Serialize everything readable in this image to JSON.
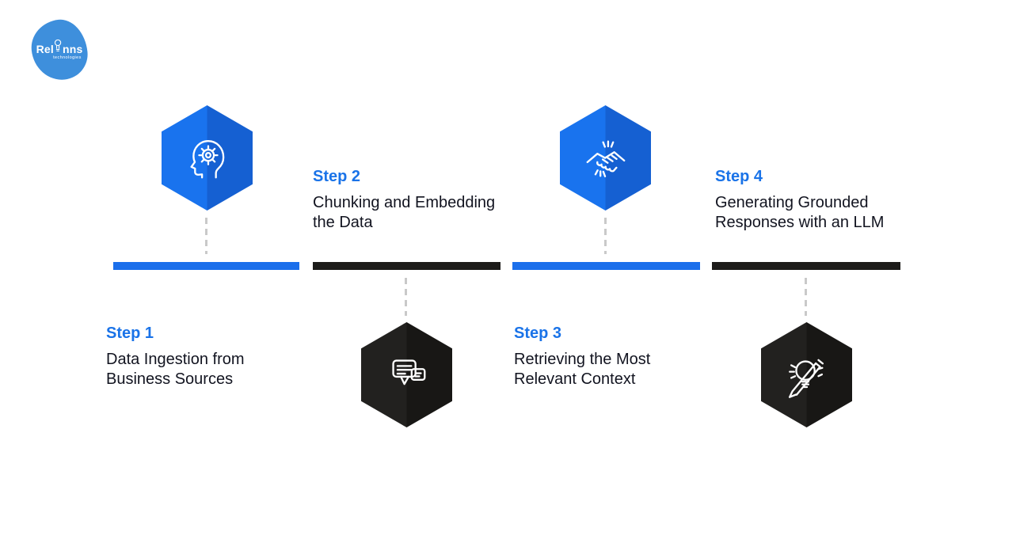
{
  "logo": {
    "brand_prefix": "Rel",
    "brand_suffix": "nns",
    "subtitle": "technologies"
  },
  "steps": [
    {
      "label": "Step 1",
      "title_lines": [
        "Data Ingestion from",
        "Business Sources"
      ],
      "icon": "head-gear-icon",
      "hexagon_tone": "blue",
      "bar_tone": "blue",
      "hexagon_position": "above-bar"
    },
    {
      "label": "Step 2",
      "title_lines": [
        "Chunking and Embedding",
        "the Data"
      ],
      "icon": "chat-bubbles-icon",
      "hexagon_tone": "black",
      "bar_tone": "black",
      "hexagon_position": "below-bar"
    },
    {
      "label": "Step 3",
      "title_lines": [
        "Retrieving the Most",
        "Relevant Context"
      ],
      "icon": "handshake-icon",
      "hexagon_tone": "blue",
      "bar_tone": "blue",
      "hexagon_position": "above-bar"
    },
    {
      "label": "Step 4",
      "title_lines": [
        "Generating Grounded",
        "Responses with an LLM"
      ],
      "icon": "idea-pencil-icon",
      "hexagon_tone": "black",
      "bar_tone": "black",
      "hexagon_position": "below-bar"
    }
  ],
  "colors": {
    "accent_blue_text": "#1A73E8",
    "bar_blue": "#1B6FEB",
    "bar_black": "#1D1C1A",
    "hex_blue_left": "#1973EE",
    "hex_blue_right": "#1560D2",
    "hex_black_left": "#22211F",
    "hex_black_right": "#181715",
    "title_text": "#121420",
    "connector_gray": "#C9C9C9",
    "logo_blue": "#3E8FDC",
    "background": "#FFFFFF"
  }
}
